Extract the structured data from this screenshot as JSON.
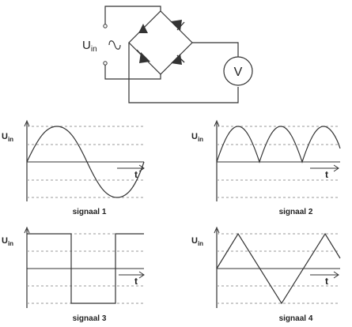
{
  "circuit": {
    "source_label": "U",
    "source_subscript": "in",
    "source_symbol": "~",
    "meter_label": "V"
  },
  "panels": [
    {
      "caption": "signaal 1",
      "y_label": "U",
      "y_sub": "in",
      "x_label": "t",
      "waveform": "sine"
    },
    {
      "caption": "signaal 2",
      "y_label": "U",
      "y_sub": "in",
      "x_label": "t",
      "waveform": "rectified-sine"
    },
    {
      "caption": "signaal 3",
      "y_label": "U",
      "y_sub": "in",
      "x_label": "t",
      "waveform": "square"
    },
    {
      "caption": "signaal 4",
      "y_label": "U",
      "y_sub": "in",
      "x_label": "t",
      "waveform": "triangle"
    }
  ]
}
